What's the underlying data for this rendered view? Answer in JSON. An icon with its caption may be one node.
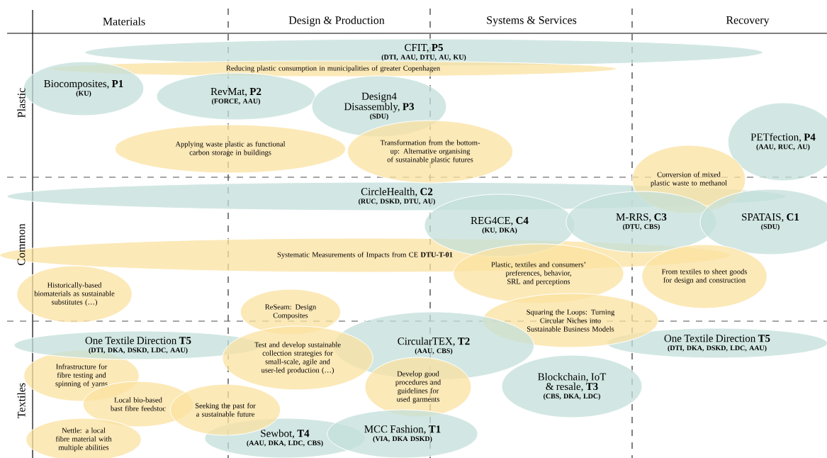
{
  "diagram": {
    "nodes": [
      {
        "text": [
          "CFIT, **P5**",
          "(DTI, AAU, DTU, AU, KU)"
        ]
      },
      {
        "text": [
          "Reducing plastic consumption in municipalities of greater Copenhagen"
        ]
      },
      {
        "text": [
          "Biocomposites, **P1**",
          "(KU)"
        ]
      },
      {
        "text": [
          "RevMat, **P2**",
          "(FORCE, AAU)"
        ]
      },
      {
        "text": [
          "Design4 Disassembly, **P3**",
          "(SDU)"
        ]
      },
      {
        "text": [
          "Applying waste plastic as functional carbon storage in buildings"
        ]
      },
      {
        "text": [
          "Transformation from the bottom-up: Alternative organising of sustainable plastic futures"
        ]
      },
      {
        "text": [
          "PETfection, **P4**",
          "(AAU, RUC, AU)"
        ]
      },
      {
        "text": [
          "Conversion of mixed plastic waste to methanol"
        ]
      },
      {
        "text": [
          "CircleHealth, **C2**",
          "(RUC, DSKD, DTU, AU)"
        ]
      },
      {
        "text": [
          "REG4CE, **C4**",
          "(KU, DKA)"
        ]
      },
      {
        "text": [
          "M-RRS, **C3**",
          "(DTU, CBS)"
        ]
      },
      {
        "text": [
          "SPATAIS, **C1**",
          "(SDU)"
        ]
      },
      {
        "text": [
          "Systematic Measurements of Impacts from CE **DTU-T-01**"
        ]
      },
      {
        "text": [
          "Plastic, textiles and consumers’ preferences, behavior, SRL and perceptions"
        ]
      },
      {
        "text": [
          "From textiles to sheet goods for design and construction"
        ]
      },
      {
        "text": [
          "Historically-based biomaterials as sustainable substitutes (…)"
        ]
      },
      {
        "text": [
          "ReSeam: Design Composites"
        ]
      },
      {
        "text": [
          "Squaring the Loops: Turning Circular Niches into Sustainable Business Models"
        ]
      },
      {
        "text": [
          "One Textile Direction **T5**",
          "(DTI, DKA, DSKD, LDC, AAU)"
        ]
      },
      {
        "text": [
          "Infrastructure for fibre testing and spinning of yarns"
        ]
      },
      {
        "text": [
          "Test and develop sustainable collection strategies for small-scale, agile and user-led production (…)"
        ]
      },
      {
        "text": [
          "CircularTEX, **T2**",
          "(AAU, CBS)"
        ]
      },
      {
        "text": [
          "One Textile Direction **T5**",
          "(DTI, DKA, DSKD, LDC, AAU)"
        ]
      },
      {
        "text": [
          "Develop good procedures and guidelines for used garments"
        ]
      },
      {
        "text": [
          "Blockchain, IoT & resale, **T3**",
          "(CBS, DKA, LDC)"
        ]
      },
      {
        "text": [
          "Local bio-based bast fibre feedstoc"
        ]
      },
      {
        "text": [
          "Seeking the past for a sustainable future"
        ]
      },
      {
        "text": [
          "Sewbot, **T4**",
          "(AAU, DKA, LDC, CBS)"
        ]
      },
      {
        "text": [
          "MCC Fashion, **T1**",
          "(VIA, DKA DSKD)"
        ]
      },
      {
        "text": [
          "Nettle: a local fibre material with multiple abilities"
        ]
      }
    ],
    "labels": [
      "Materials",
      "Design & Production",
      "Systems & Services",
      "Recovery",
      "Plastic",
      "Common",
      "Textiles"
    ]
  }
}
